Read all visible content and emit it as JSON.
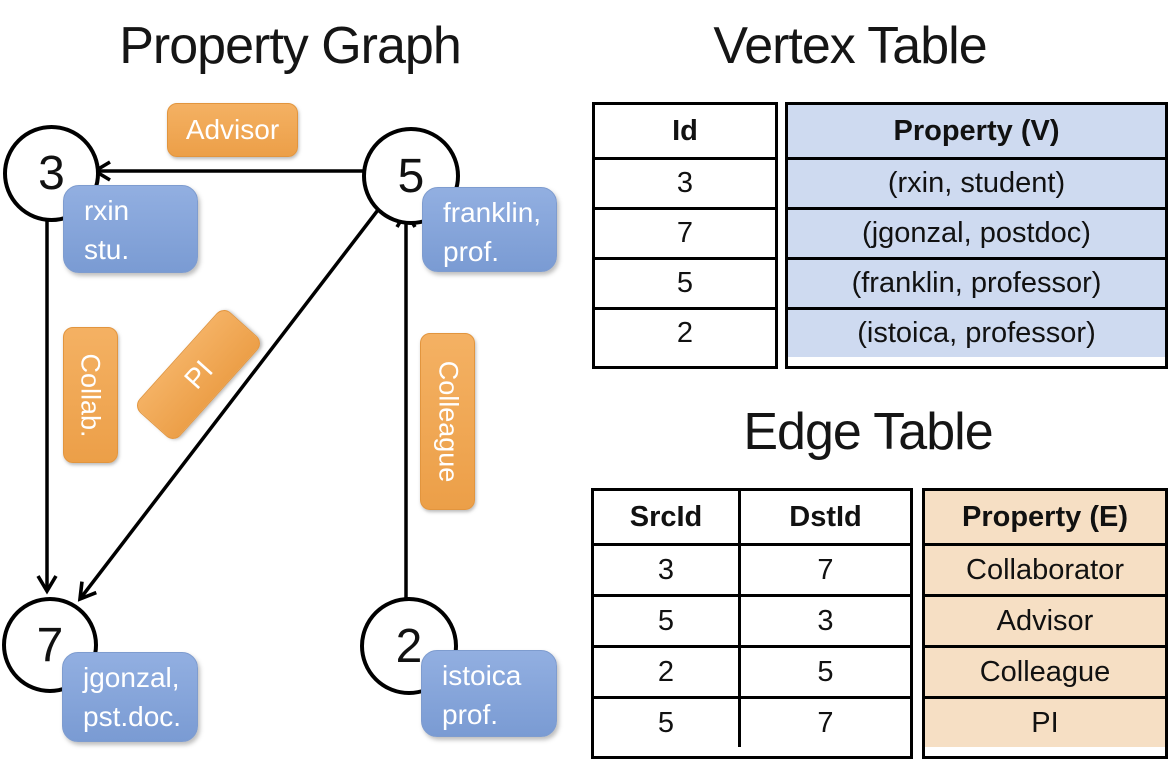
{
  "graph": {
    "title": "Property Graph",
    "nodes": [
      {
        "id": "3",
        "line1": "rxin",
        "line2": "stu."
      },
      {
        "id": "5",
        "line1": "franklin,",
        "line2": "prof."
      },
      {
        "id": "7",
        "line1": "jgonzal,",
        "line2": "pst.doc."
      },
      {
        "id": "2",
        "line1": "istoica",
        "line2": "prof."
      }
    ],
    "edges": [
      {
        "label": "Advisor",
        "src": "5",
        "dst": "3"
      },
      {
        "label": "Collab.",
        "src": "3",
        "dst": "7"
      },
      {
        "label": "PI",
        "src": "5",
        "dst": "7"
      },
      {
        "label": "Colleague",
        "src": "2",
        "dst": "5"
      }
    ]
  },
  "vertex_table": {
    "title": "Vertex Table",
    "columns": [
      "Id",
      "Property (V)"
    ],
    "rows": [
      [
        "3",
        "(rxin, student)"
      ],
      [
        "7",
        "(jgonzal, postdoc)"
      ],
      [
        "5",
        "(franklin, professor)"
      ],
      [
        "2",
        "(istoica, professor)"
      ]
    ]
  },
  "edge_table": {
    "title": "Edge Table",
    "columns": [
      "SrcId",
      "DstId",
      "Property (E)"
    ],
    "rows": [
      [
        "3",
        "7",
        "Collaborator"
      ],
      [
        "5",
        "3",
        "Advisor"
      ],
      [
        "2",
        "5",
        "Colleague"
      ],
      [
        "5",
        "7",
        "PI"
      ]
    ]
  },
  "colors": {
    "edge_label_orange": "#F0A74F",
    "vertex_property_blue": "#84A4D9",
    "vertex_cell_bg": "#CEDAF0",
    "edge_cell_bg": "#F6DFC4",
    "line_black": "#000000"
  }
}
